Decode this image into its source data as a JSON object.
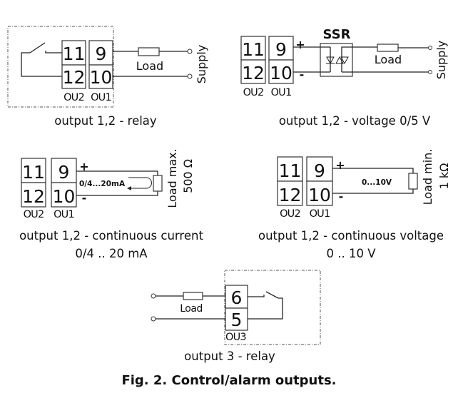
{
  "figure": {
    "title": "Fig. 2. Control/alarm outputs."
  },
  "diagrams": [
    {
      "id": "relay-out12",
      "caption": "output 1,2 - relay",
      "terminals": [
        "11",
        "9",
        "12",
        "10"
      ],
      "groups": [
        "OU2",
        "OU1"
      ],
      "load_label": "Load",
      "supply_label": "Supply"
    },
    {
      "id": "ssr-out12",
      "caption": "output 1,2 - voltage 0/5 V",
      "terminals": [
        "11",
        "9",
        "12",
        "10"
      ],
      "groups": [
        "OU2",
        "OU1"
      ],
      "plus": "+",
      "minus": "-",
      "ssr_label": "SSR",
      "load_label": "Load",
      "supply_label": "Supply"
    },
    {
      "id": "current-out12",
      "caption_line1": "output 1,2 - continuous current",
      "caption_line2": "0/4 .. 20 mA",
      "terminals": [
        "11",
        "9",
        "12",
        "10"
      ],
      "groups": [
        "OU2",
        "OU1"
      ],
      "plus": "+",
      "minus": "-",
      "signal_label": "0/4...20mA",
      "load_line1": "Load max.",
      "load_line2": "500 Ω"
    },
    {
      "id": "voltage-out12",
      "caption_line1": "output 1,2 - continuous voltage",
      "caption_line2": "0 .. 10 V",
      "terminals": [
        "11",
        "9",
        "12",
        "10"
      ],
      "groups": [
        "OU2",
        "OU1"
      ],
      "plus": "+",
      "minus": "-",
      "signal_label": "0...10V",
      "load_line1": "Load min.",
      "load_line2": "1 kΩ"
    },
    {
      "id": "relay-out3",
      "caption": "output 3 - relay",
      "terminals": [
        "6",
        "5"
      ],
      "groups": [
        "OU3"
      ],
      "load_label": "Load"
    }
  ]
}
